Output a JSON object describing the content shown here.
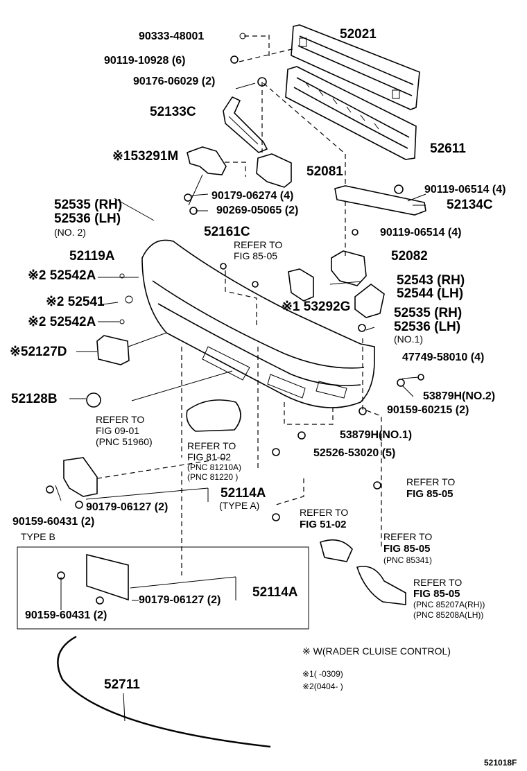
{
  "labels": {
    "p90333": "90333-48001",
    "p52021": "52021",
    "p90119_10928": "90119-10928 (6)",
    "p90176": "90176-06029 (2)",
    "p52133c": "52133C",
    "p52611": "52611",
    "p53291m": "※153291M",
    "p52081": "52081",
    "p90179_06274": "90179-06274 (4)",
    "p90119_06514a": "90119-06514 (4)",
    "p52535a": "52535 (RH)",
    "p90269": "90269-05065 (2)",
    "p52134c": "52134C",
    "p52536a": "52536 (LH)",
    "p_no2a": "(NO. 2)",
    "p52161c": "52161C",
    "p90119_06514b": "90119-06514 (4)",
    "p52119a": "52119A",
    "p52082": "52082",
    "p52542a_1": "※2 52542A",
    "p52543": "52543 (RH)",
    "p52544": "52544 (LH)",
    "p52541": "※2 52541",
    "p53292g": "※1 53292G",
    "p52535b": "52535 (RH)",
    "p52542a_2": "※2 52542A",
    "p52536b": "52536 (LH)",
    "p_no1a": "(NO.1)",
    "p52127d": "※52127D",
    "p47749": "47749-58010 (4)",
    "p52128b": "52128B",
    "p53879h_no2": "53879H(NO.2)",
    "p90159_60215": "90159-60215 (2)",
    "p53879h_no1": "53879H(NO.1)",
    "p52526": "52526-53020 (5)",
    "p52114a_a": "52114A",
    "p_typea": "(TYPE A)",
    "p90179_06127a": "90179-06127 (2)",
    "p90159_60431a": "90159-60431 (2)",
    "p_typeb": "TYPE B",
    "p90179_06127b": "90179-06127 (2)",
    "p52114a_b": "52114A",
    "p90159_60431b": "90159-60431 (2)",
    "p52711": "52711"
  },
  "refers": {
    "r1": {
      "line1": "REFER TO",
      "line2": "FIG 85-05"
    },
    "r2": {
      "line1": "REFER TO",
      "line2": "FIG 09-01",
      "line3": "(PNC 51960)"
    },
    "r3": {
      "line1": "REFER TO",
      "line2": "FIG 81-02",
      "line3": "(PNC 81210A)",
      "line4": "(PNC 81220 )"
    },
    "r4": {
      "line1": "REFER TO",
      "line2": "FIG 85-05"
    },
    "r5": {
      "line1": "REFER TO",
      "line2": "FIG 51-02"
    },
    "r6": {
      "line1": "REFER TO",
      "line2": "FIG 85-05",
      "line3": "(PNC 85341)"
    },
    "r7": {
      "line1": "REFER TO",
      "line2": "FIG 85-05",
      "line3": "(PNC 85207A(RH))",
      "line4": "(PNC 85208A(LH))"
    }
  },
  "legend": {
    "w": "※ W(RADER CLUISE CONTROL)",
    "n1": "※1(       -0309)",
    "n2": "※2(0404-       )"
  },
  "footer": {
    "code": "521018F"
  }
}
